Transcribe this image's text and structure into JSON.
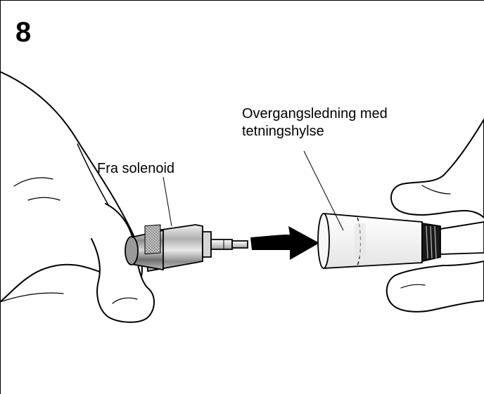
{
  "step": "8",
  "labels": {
    "from_solenoid": "Fra solenoid",
    "adapter_line1": "Overgangsledning med",
    "adapter_line2": "tetningshylse"
  },
  "colors": {
    "line": "#000000",
    "background": "#ffffff",
    "metal_dark": "#5a5a5a",
    "metal_mid": "#a8a8a8",
    "metal_light": "#e0e0e0",
    "sleeve": "#f2f2f2",
    "arrow": "#000000"
  }
}
